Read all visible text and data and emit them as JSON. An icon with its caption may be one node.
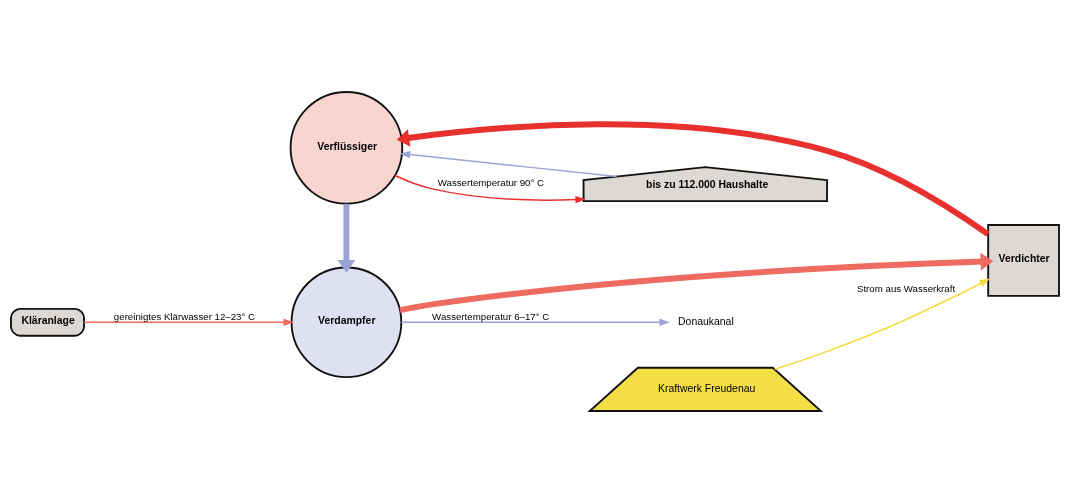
{
  "diagram": {
    "nodes": [
      {
        "text": [
          "Kläranlage"
        ]
      },
      {
        "text": [
          "Verflüssiger"
        ]
      },
      {
        "text": [
          "Verdampfer"
        ]
      },
      {
        "text": [
          "Verdichter"
        ]
      },
      {
        "text": [
          "bis zu 112.000 Haushalte"
        ]
      },
      {
        "text": [
          "Kraftwerk Freudenau"
        ]
      },
      {
        "text": [
          "Donaukanal"
        ]
      }
    ],
    "edges": [
      {
        "from": 0,
        "to": 2,
        "arrow": "to",
        "label": "gereinigtes Klärwasser 12–23° C",
        "color": "#ee6b60"
      },
      {
        "from": 2,
        "to": 6,
        "arrow": "to",
        "label": "Wassertemperatur 6–17° C",
        "color": "#9aa3d4"
      },
      {
        "from": 1,
        "to": 4,
        "arrow": "to",
        "label": "Wassertemperatur 90° C",
        "color": "#e8312f"
      },
      {
        "from": 4,
        "to": 1,
        "arrow": "to",
        "color": "#9aa3d4"
      },
      {
        "from": 5,
        "to": 3,
        "arrow": "to",
        "label": "Strom aus Wasserkraft",
        "color": "#f2dc3c"
      },
      {
        "from": 3,
        "to": 1,
        "arrow": "to",
        "style": "thick",
        "color": "#e8312f"
      },
      {
        "from": 2,
        "to": 3,
        "arrow": "to",
        "style": "thick",
        "color": "#ee6b60"
      },
      {
        "from": 1,
        "to": 2,
        "arrow": "to",
        "style": "thick",
        "color": "#9aa3d4"
      }
    ]
  }
}
